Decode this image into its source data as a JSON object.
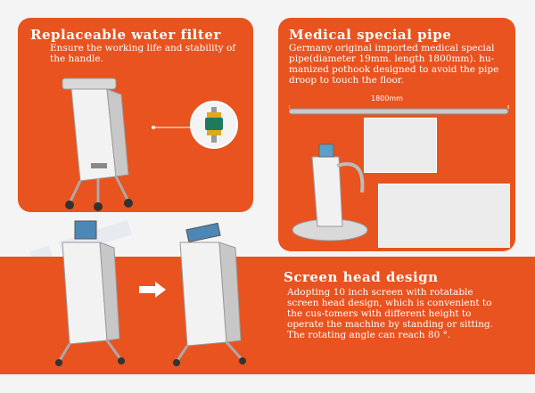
{
  "filter": {
    "title": "Replaceable water filter",
    "desc": "Ensure the working life and stability of the handle."
  },
  "pipe": {
    "title": "Medical special pipe",
    "desc": "Germany original imported medical special pipe(diameter 19mm. length 1800mm). hu-manized pothook designed to avoid the pipe droop to touch the floor.",
    "length_label": "1800mm"
  },
  "screen": {
    "title": "Screen head design",
    "desc": "Adopting 10 inch screen with rotatable screen head design, which is convenient to the cus-tomers with different height to operate the machine by standing or sitting. The rotating angle can reach 80 °."
  },
  "colors": {
    "accent": "#e8531f",
    "background": "#f4f4f4"
  }
}
